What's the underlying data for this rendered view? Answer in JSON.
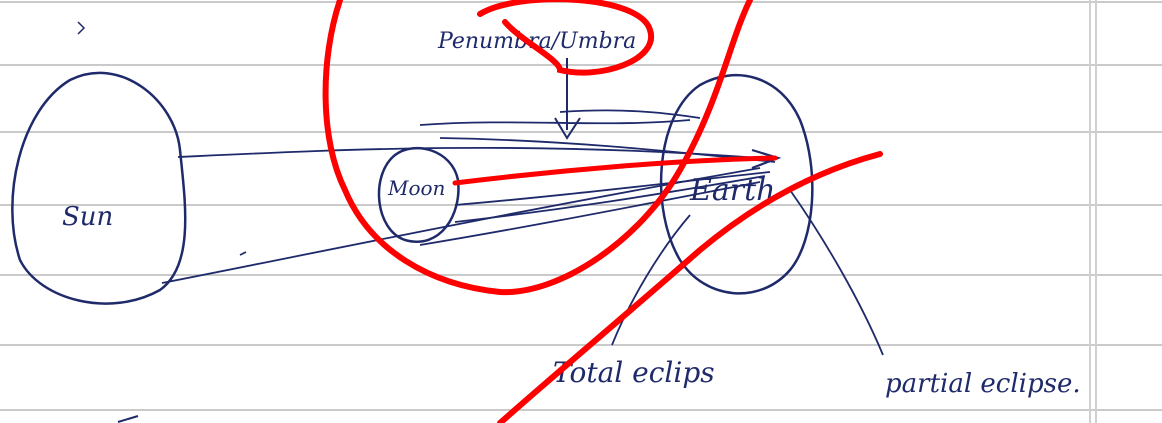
{
  "labels": {
    "sun": "Sun",
    "moon": "Moon",
    "earth": "Earth",
    "shadow": "Penumbra/Umbra",
    "total": "Total eclips",
    "partial": "partial eclipse."
  },
  "colors": {
    "paper": "#ffffff",
    "rule": "#b9b9b9",
    "margin": "#d58a8a",
    "ink": "#1f2a6b",
    "marker": "#ff0000"
  }
}
